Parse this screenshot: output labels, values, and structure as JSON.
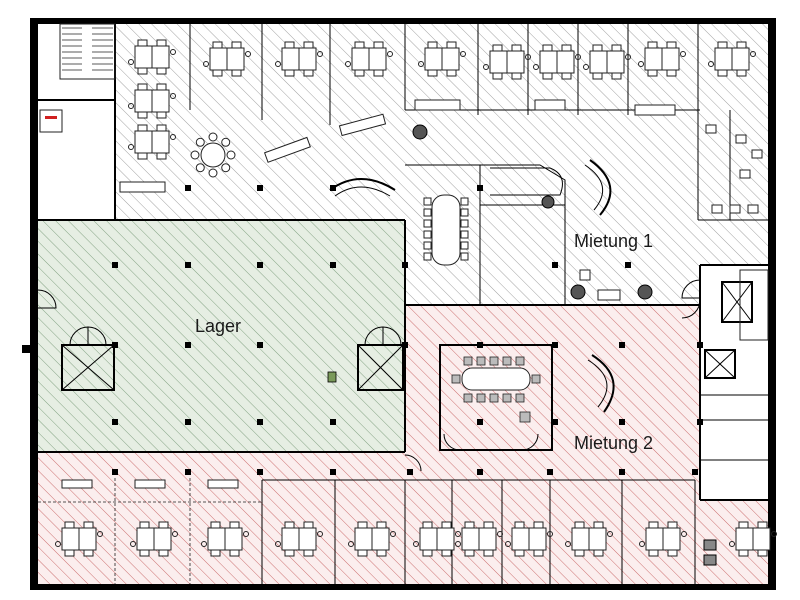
{
  "zones": {
    "lager": {
      "label": "Lager",
      "color": "#6b8f6b"
    },
    "mietung1": {
      "label": "Mietung 1",
      "color": "#7a7a7a"
    },
    "mietung2": {
      "label": "Mietung 2",
      "color": "#c05050"
    }
  },
  "colors": {
    "lager_fill": "#e6eee3",
    "mietung2_fill": "#fbeeee",
    "wall": "#000000",
    "red_mark": "#d02020"
  },
  "icons": [
    "staircase-icon",
    "elevator-icon",
    "door-swing-icon",
    "desk-workstation-icon",
    "round-table-icon",
    "plant-icon",
    "toilet-icon"
  ]
}
